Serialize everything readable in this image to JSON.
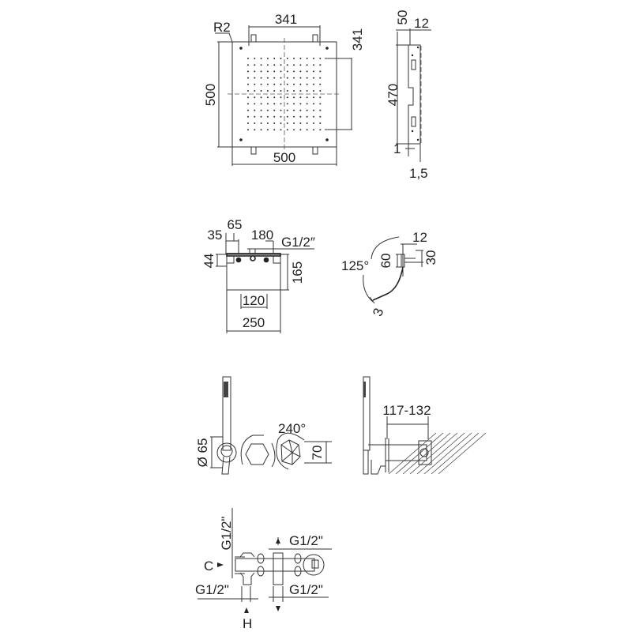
{
  "panel_view": {
    "radius_label": "R2",
    "top_width": "341",
    "right_height": "341",
    "height": "500",
    "width": "500"
  },
  "panel_side_view": {
    "offset": "50",
    "thickness": "12",
    "height": "470",
    "bottom_gap": "1",
    "bottom_offset": "1,5"
  },
  "valve_view": {
    "d35": "35",
    "d65": "65",
    "d180": "180",
    "thread": "G1/2″",
    "d44": "44",
    "d165": "165",
    "d120": "120",
    "d250": "250"
  },
  "arm_view": {
    "d12": "12",
    "angle": "125°",
    "d60": "60",
    "d30": "30",
    "d3": "3"
  },
  "handle_view": {
    "diameter": "Ø 65",
    "rotation": "240°",
    "height": "70",
    "depth_range": "117-132"
  },
  "connections_view": {
    "top_left_thread": "G1/2\"",
    "top_right_thread": "G1/2\"",
    "cold_label": "C",
    "bottom_left_thread": "G1/2\"",
    "bottom_right_thread": "G1/2\"",
    "hot_label": "H"
  }
}
